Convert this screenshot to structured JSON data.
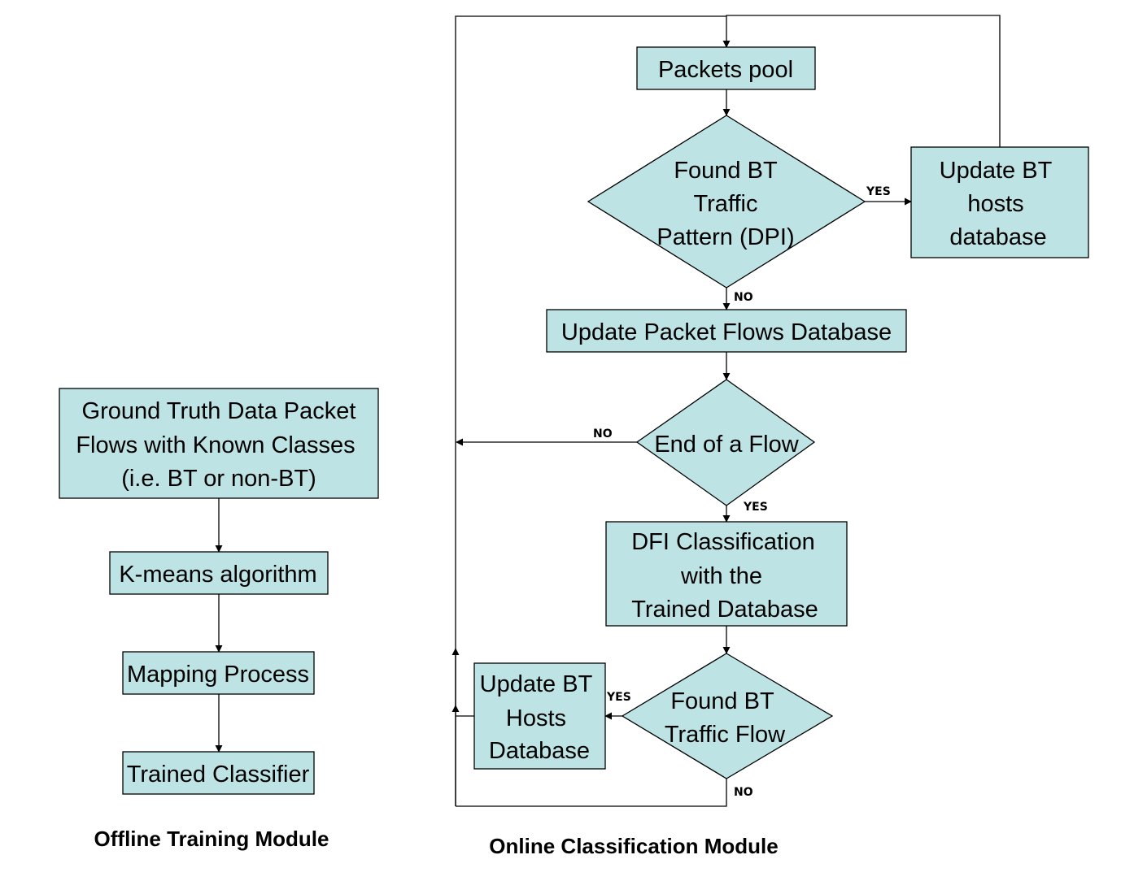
{
  "colors": {
    "node_fill": "#BDE3E5",
    "stroke": "#000000",
    "background": "#FFFFFF"
  },
  "offline": {
    "title": "Offline Training Module",
    "ground_truth": [
      "Ground Truth Data Packet",
      "Flows with Known Classes",
      "(i.e. BT or non-BT)"
    ],
    "kmeans": "K-means algorithm",
    "mapping": "Mapping Process",
    "trained": "Trained Classifier"
  },
  "online": {
    "title": "Online Classification Module",
    "packets_pool": "Packets pool",
    "found_bt_pattern": [
      "Found BT",
      "Traffic",
      "Pattern (DPI)"
    ],
    "update_bt_hosts_top": [
      "Update BT",
      "hosts",
      "database"
    ],
    "update_packet_flows": "Update Packet Flows Database",
    "end_of_flow": "End of a Flow",
    "dfi_classification": [
      "DFI Classification",
      "with the",
      "Trained Database"
    ],
    "found_bt_flow": [
      "Found BT",
      "Traffic Flow"
    ],
    "update_bt_hosts_bottom": [
      "Update BT",
      "Hosts",
      "Database"
    ]
  },
  "edge_labels": {
    "dpi_yes": "YES",
    "dpi_no": "NO",
    "eof_no": "NO",
    "eof_yes": "YES",
    "flow_yes": "YES",
    "flow_no": "NO"
  }
}
